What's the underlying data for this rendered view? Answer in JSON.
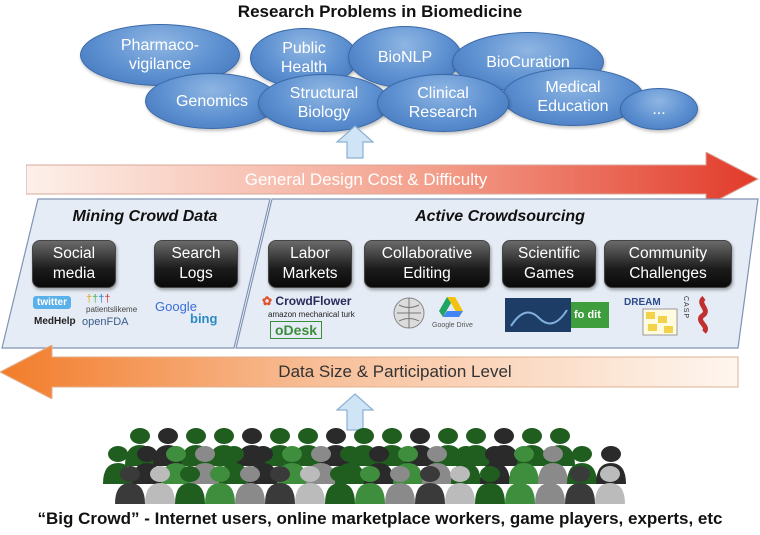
{
  "title": "Research Problems in Biomedicine",
  "problems": [
    "Pharmaco-\nvigilance",
    "Public\nHealth",
    "BioNLP",
    "BioCuration",
    "Genomics",
    "Structural\nBiology",
    "Clinical\nResearch",
    "Medical\nEducation",
    "..."
  ],
  "cost_arrow": "General Design Cost & Difficulty",
  "panels": {
    "mining": {
      "title": "Mining Crowd Data",
      "buttons": [
        "Social\nmedia",
        "Search\nLogs"
      ]
    },
    "active": {
      "title": "Active Crowdsourcing",
      "buttons": [
        "Labor\nMarkets",
        "Collaborative\nEditing",
        "Scientific\nGames",
        "Community\nChallenges"
      ]
    }
  },
  "logos": {
    "twitter": "twitter",
    "patients": "patientslikeme",
    "medhelp": "MedHelp",
    "openfda": "openFDA",
    "google": "Google",
    "bing": "bing",
    "crowdflower": "CrowdFlower",
    "mturk": "amazon mechanical turk",
    "odesk": "oDesk",
    "gdrive": "Google Drive",
    "foldit": "fo dit",
    "dream": "DREAM",
    "casp": "CASP"
  },
  "data_arrow": "Data Size & Participation Level",
  "caption": "“Big Crowd” - Internet users, online marketplace workers, game players, experts, etc",
  "colors": {
    "ellipse": "#5b8fd0",
    "button": "#1c1c1c",
    "panel": "#e6ecf5",
    "cost_arrow": "#e23a2a",
    "data_arrow": "#f27c2a",
    "crowd_dark": "#1f5e1f",
    "crowd_green": "#3e8e3e",
    "crowd_gray": "#8a8a8a"
  }
}
